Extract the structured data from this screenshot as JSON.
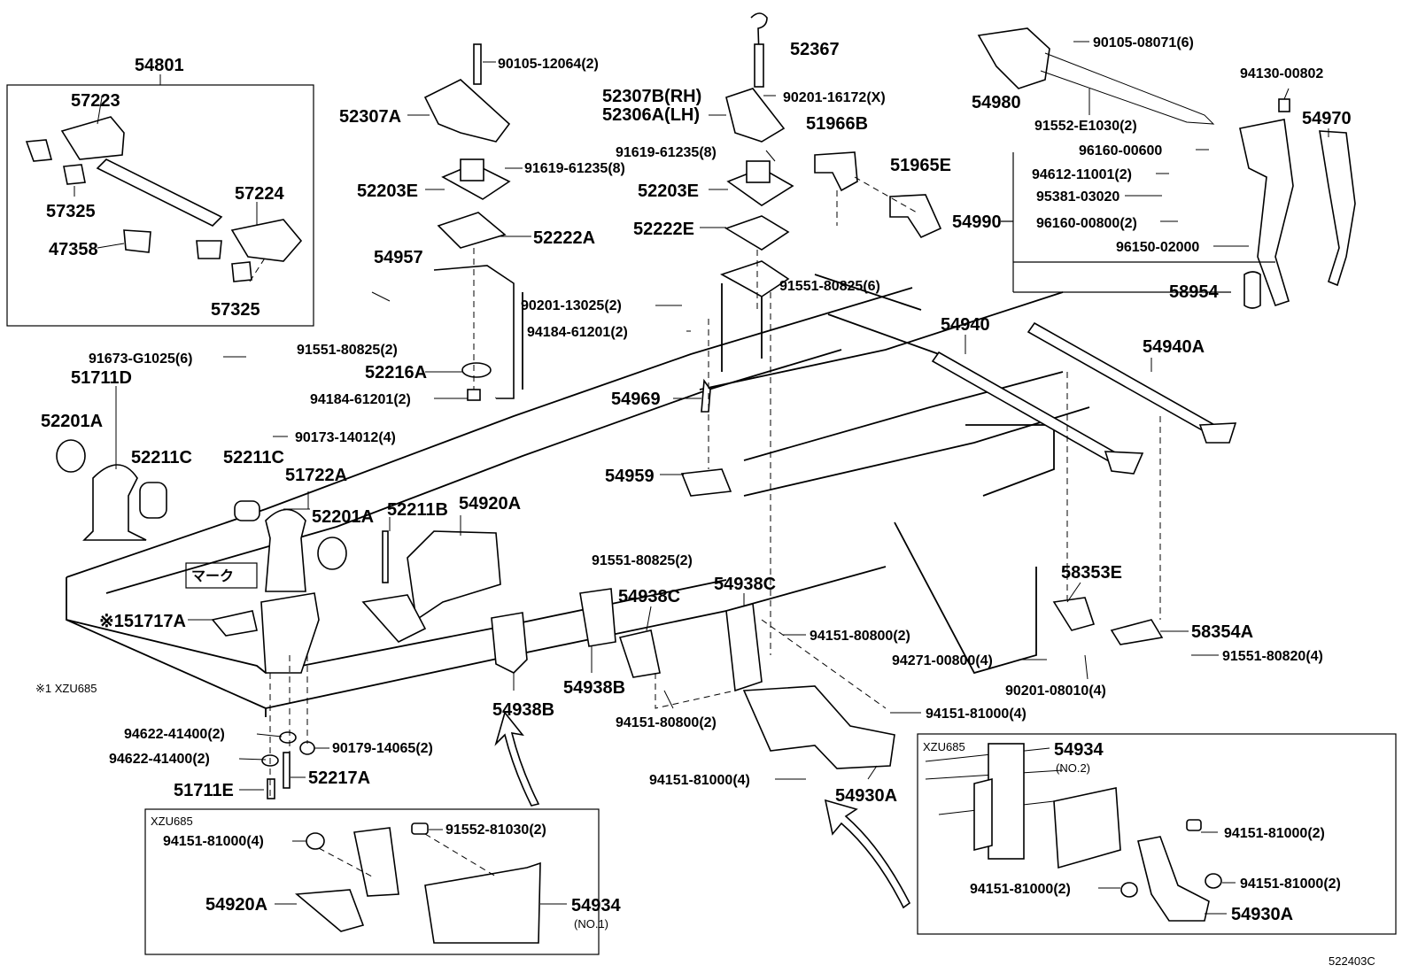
{
  "diagram": {
    "code": "522403C",
    "note": "※1 XZU685",
    "mark_label": "マーク",
    "inset_tag": "XZU685",
    "labels": [
      {
        "id": "l54801",
        "text": "54801"
      },
      {
        "id": "l57223",
        "text": "57223"
      },
      {
        "id": "l57224",
        "text": "57224"
      },
      {
        "id": "l57325a",
        "text": "57325"
      },
      {
        "id": "l57325b",
        "text": "57325"
      },
      {
        "id": "l47358",
        "text": "47358"
      },
      {
        "id": "l91673",
        "text": "91673-G1025(6)"
      },
      {
        "id": "l51711d",
        "text": "51711D"
      },
      {
        "id": "l52201a1",
        "text": "52201A"
      },
      {
        "id": "l52211c1",
        "text": "52211C"
      },
      {
        "id": "l52211c2",
        "text": "52211C"
      },
      {
        "id": "l51722a",
        "text": "51722A"
      },
      {
        "id": "l52201a2",
        "text": "52201A"
      },
      {
        "id": "l52211b",
        "text": "52211B"
      },
      {
        "id": "l54920a",
        "text": "54920A"
      },
      {
        "id": "l151717a",
        "text": "※151717A"
      },
      {
        "id": "l90173",
        "text": "90173-14012(4)"
      },
      {
        "id": "l94184a",
        "text": "94184-61201(2)"
      },
      {
        "id": "l52216a",
        "text": "52216A"
      },
      {
        "id": "l91551a",
        "text": "91551-80825(2)"
      },
      {
        "id": "l54957",
        "text": "54957"
      },
      {
        "id": "l52307a",
        "text": "52307A"
      },
      {
        "id": "l90105a",
        "text": "90105-12064(2)"
      },
      {
        "id": "l91619a",
        "text": "91619-61235(8)"
      },
      {
        "id": "l52203e1",
        "text": "52203E"
      },
      {
        "id": "l52222a",
        "text": "52222A"
      },
      {
        "id": "l52367",
        "text": "52367"
      },
      {
        "id": "l52307b",
        "text": "52307B(RH)"
      },
      {
        "id": "l52306a",
        "text": "52306A(LH)"
      },
      {
        "id": "l90201a",
        "text": "90201-16172(X)"
      },
      {
        "id": "l91619b",
        "text": "91619-61235(8)"
      },
      {
        "id": "l52203e2",
        "text": "52203E"
      },
      {
        "id": "l52222e",
        "text": "52222E"
      },
      {
        "id": "l51966b",
        "text": "51966B"
      },
      {
        "id": "l51965e",
        "text": "51965E"
      },
      {
        "id": "l91551b",
        "text": "91551-80825(6)"
      },
      {
        "id": "l90201b",
        "text": "90201-13025(2)"
      },
      {
        "id": "l94184b",
        "text": "94184-61201(2)"
      },
      {
        "id": "l54969",
        "text": "54969"
      },
      {
        "id": "l54959",
        "text": "54959"
      },
      {
        "id": "l91551c",
        "text": "91551-80825(2)"
      },
      {
        "id": "l54980",
        "text": "54980"
      },
      {
        "id": "l90105b",
        "text": "90105-08071(6)"
      },
      {
        "id": "l91552a",
        "text": "91552-E1030(2)"
      },
      {
        "id": "l94130",
        "text": "94130-00802"
      },
      {
        "id": "l54970",
        "text": "54970"
      },
      {
        "id": "l96160a",
        "text": "96160-00600"
      },
      {
        "id": "l94612",
        "text": "94612-11001(2)"
      },
      {
        "id": "l95381",
        "text": "95381-03020"
      },
      {
        "id": "l54990",
        "text": "54990"
      },
      {
        "id": "l96160b",
        "text": "96160-00800(2)"
      },
      {
        "id": "l96150",
        "text": "96150-02000"
      },
      {
        "id": "l58954",
        "text": "58954"
      },
      {
        "id": "l54940",
        "text": "54940"
      },
      {
        "id": "l54940a",
        "text": "54940A"
      },
      {
        "id": "l58353e",
        "text": "58353E"
      },
      {
        "id": "l58354a",
        "text": "58354A"
      },
      {
        "id": "l94271",
        "text": "94271-00800(4)"
      },
      {
        "id": "l91551d",
        "text": "91551-80820(4)"
      },
      {
        "id": "l90201c",
        "text": "90201-08010(4)"
      },
      {
        "id": "l54938c1",
        "text": "54938C"
      },
      {
        "id": "l54938c2",
        "text": "54938C"
      },
      {
        "id": "l94151a",
        "text": "94151-80800(2)"
      },
      {
        "id": "l54938b1",
        "text": "54938B"
      },
      {
        "id": "l54938b2",
        "text": "54938B"
      },
      {
        "id": "l94151b",
        "text": "94151-80800(2)"
      },
      {
        "id": "l94151c",
        "text": "94151-81000(4)"
      },
      {
        "id": "l94151d",
        "text": "94151-81000(4)"
      },
      {
        "id": "l54930a1",
        "text": "54930A"
      },
      {
        "id": "l94622a",
        "text": "94622-41400(2)"
      },
      {
        "id": "l94622b",
        "text": "94622-41400(2)"
      },
      {
        "id": "l90179",
        "text": "90179-14065(2)"
      },
      {
        "id": "l51711e",
        "text": "51711E"
      },
      {
        "id": "l52217a",
        "text": "52217A"
      },
      {
        "id": "l94151e",
        "text": "94151-81000(4)"
      },
      {
        "id": "l91552b",
        "text": "91552-81030(2)"
      },
      {
        "id": "l54920a2",
        "text": "54920A"
      },
      {
        "id": "l54934a",
        "text": "54934"
      },
      {
        "id": "lno1",
        "text": "(NO.1)"
      },
      {
        "id": "l54934b",
        "text": "54934"
      },
      {
        "id": "lno2",
        "text": "(NO.2)"
      },
      {
        "id": "l94151f",
        "text": "94151-81000(2)"
      },
      {
        "id": "l94151g",
        "text": "94151-81000(2)"
      },
      {
        "id": "l94151h",
        "text": "94151-81000(2)"
      },
      {
        "id": "l54930a2",
        "text": "54930A"
      }
    ]
  }
}
